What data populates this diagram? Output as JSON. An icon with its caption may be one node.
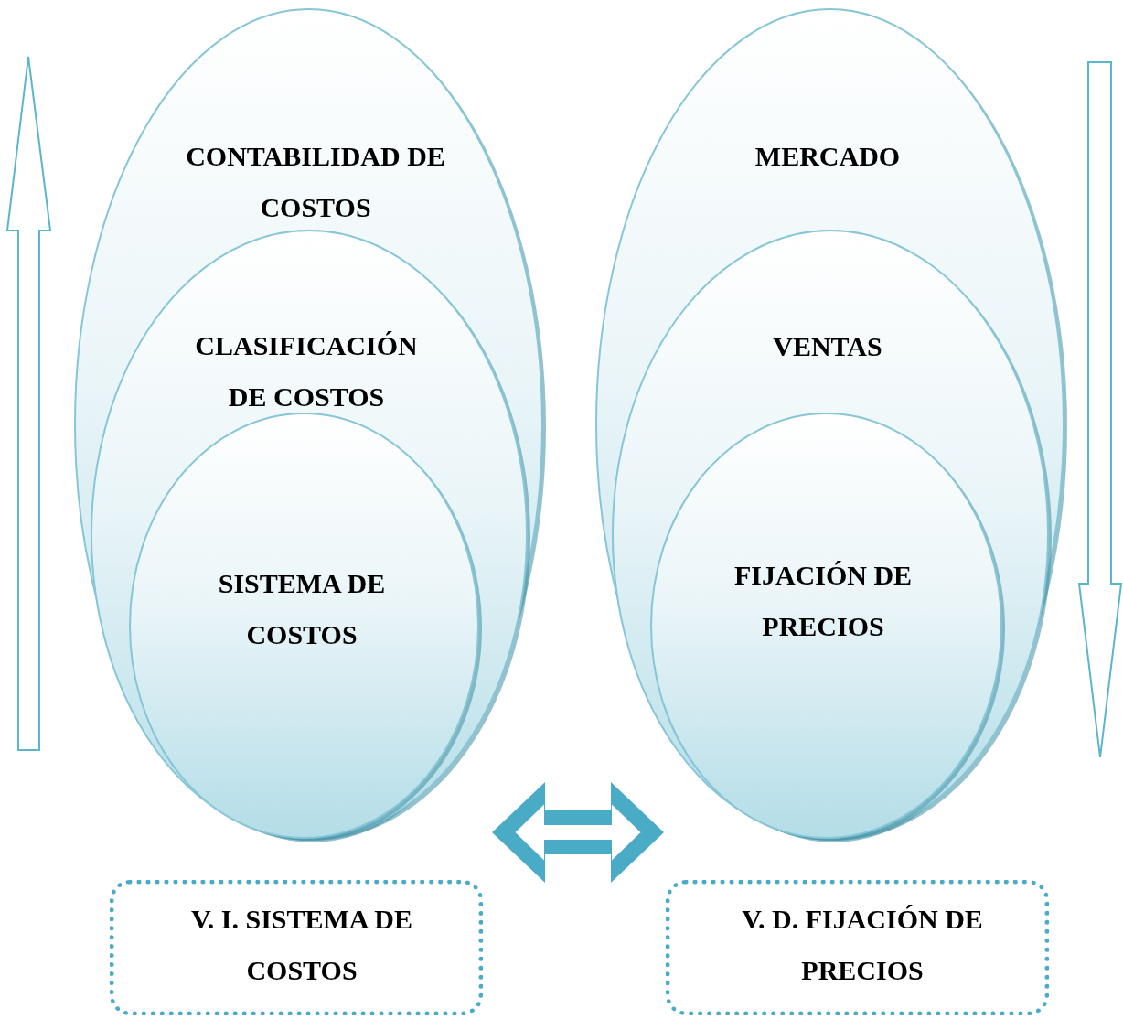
{
  "diagram": {
    "nodes": [
      {
        "text": [
          "CONTABILIDAD DE COSTOS"
        ]
      },
      {
        "text": [
          "CLASIFICACIÓN DE COSTOS"
        ],
        "in": 0
      },
      {
        "text": [
          "SISTEMA DE COSTOS"
        ],
        "in": 1
      },
      {
        "text": [
          "MERCADO"
        ]
      },
      {
        "text": [
          "VENTAS"
        ],
        "in": 3
      },
      {
        "text": [
          "FIJACIÓN DE PRECIOS"
        ],
        "in": 4
      },
      {
        "text": [
          "V. I. SISTEMA DE COSTOS"
        ]
      },
      {
        "text": [
          "V. D. FIJACIÓN DE PRECIOS"
        ]
      }
    ],
    "edges": [
      {
        "from": 0,
        "to": 3,
        "arrow": "both"
      }
    ]
  }
}
